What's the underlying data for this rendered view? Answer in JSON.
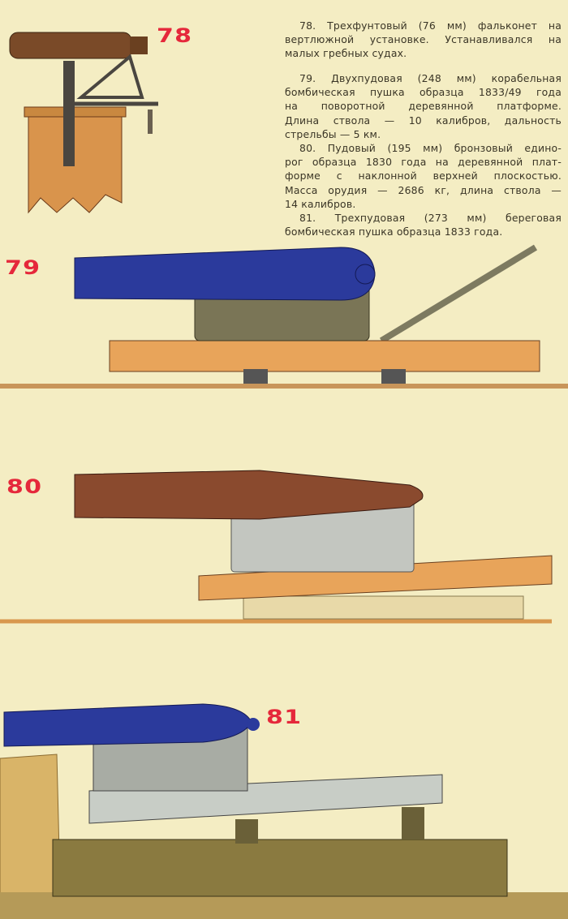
{
  "labels": {
    "n78": "78",
    "n79": "79",
    "n80": "80",
    "n81": "81"
  },
  "captions": {
    "c78": [
      "78. Трехфунтовый (76 мм) фальконет на",
      "вертлюжной установке. Устанавливался на",
      "малых гребных судах."
    ],
    "c79": [
      "79. Двухпудовая (248 мм) корабельная",
      "бомбическая пушка образца 1833/49 года",
      "на поворотной деревянной платформе.",
      "Длина ствола — 10 калибров, дальность",
      "стрельбы — 5 км."
    ],
    "c80": [
      "80. Пудовый (195 мм) бронзовый едино-",
      "рог образца 1830 года на деревянной плат-",
      "форме с наклонной верхней плоскостью.",
      "Масса орудия — 2686 кг, длина ствола —",
      "14 калибров."
    ],
    "c81": [
      "81. Трехпудовая (273 мм) береговая",
      "бомбическая пушка образца 1833 года."
    ]
  },
  "colors": {
    "background": "#f4edc3",
    "label_red": "#e5283b",
    "blue_barrel": "#2b3a9c",
    "bronze_barrel": "#8a4a2e",
    "wood": "#e9a85a",
    "grey_carriage": "#bfc3bd"
  }
}
